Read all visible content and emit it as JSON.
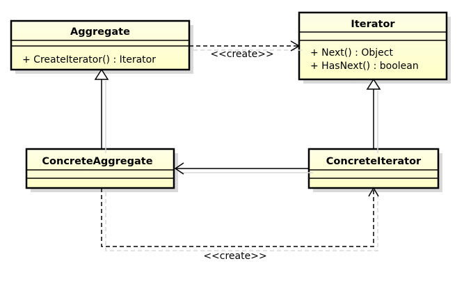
{
  "classes": {
    "aggregate": {
      "name": "Aggregate",
      "operations": [
        "+ CreateIterator() : Iterator"
      ]
    },
    "iterator": {
      "name": "Iterator",
      "operations": [
        "+ Next() : Object",
        "+ HasNext() : boolean"
      ]
    },
    "concrete_aggregate": {
      "name": "ConcreteAggregate",
      "operations": []
    },
    "concrete_iterator": {
      "name": "ConcreteIterator",
      "operations": []
    }
  },
  "relations": {
    "aggregate_creates_iterator": {
      "label": "<<create>>",
      "kind": "dependency"
    },
    "concrete_aggregate_creates_concrete_iterator": {
      "label": "<<create>>",
      "kind": "dependency"
    },
    "concrete_aggregate_generalizes_aggregate": {
      "kind": "generalization"
    },
    "concrete_iterator_generalizes_iterator": {
      "kind": "generalization"
    },
    "concrete_iterator_associates_concrete_aggregate": {
      "kind": "association"
    }
  },
  "colors": {
    "box_fill_top": "#fdfde6",
    "box_fill_bottom": "#ffffc8",
    "border": "#000000",
    "shadow": "#d9d9d9"
  }
}
